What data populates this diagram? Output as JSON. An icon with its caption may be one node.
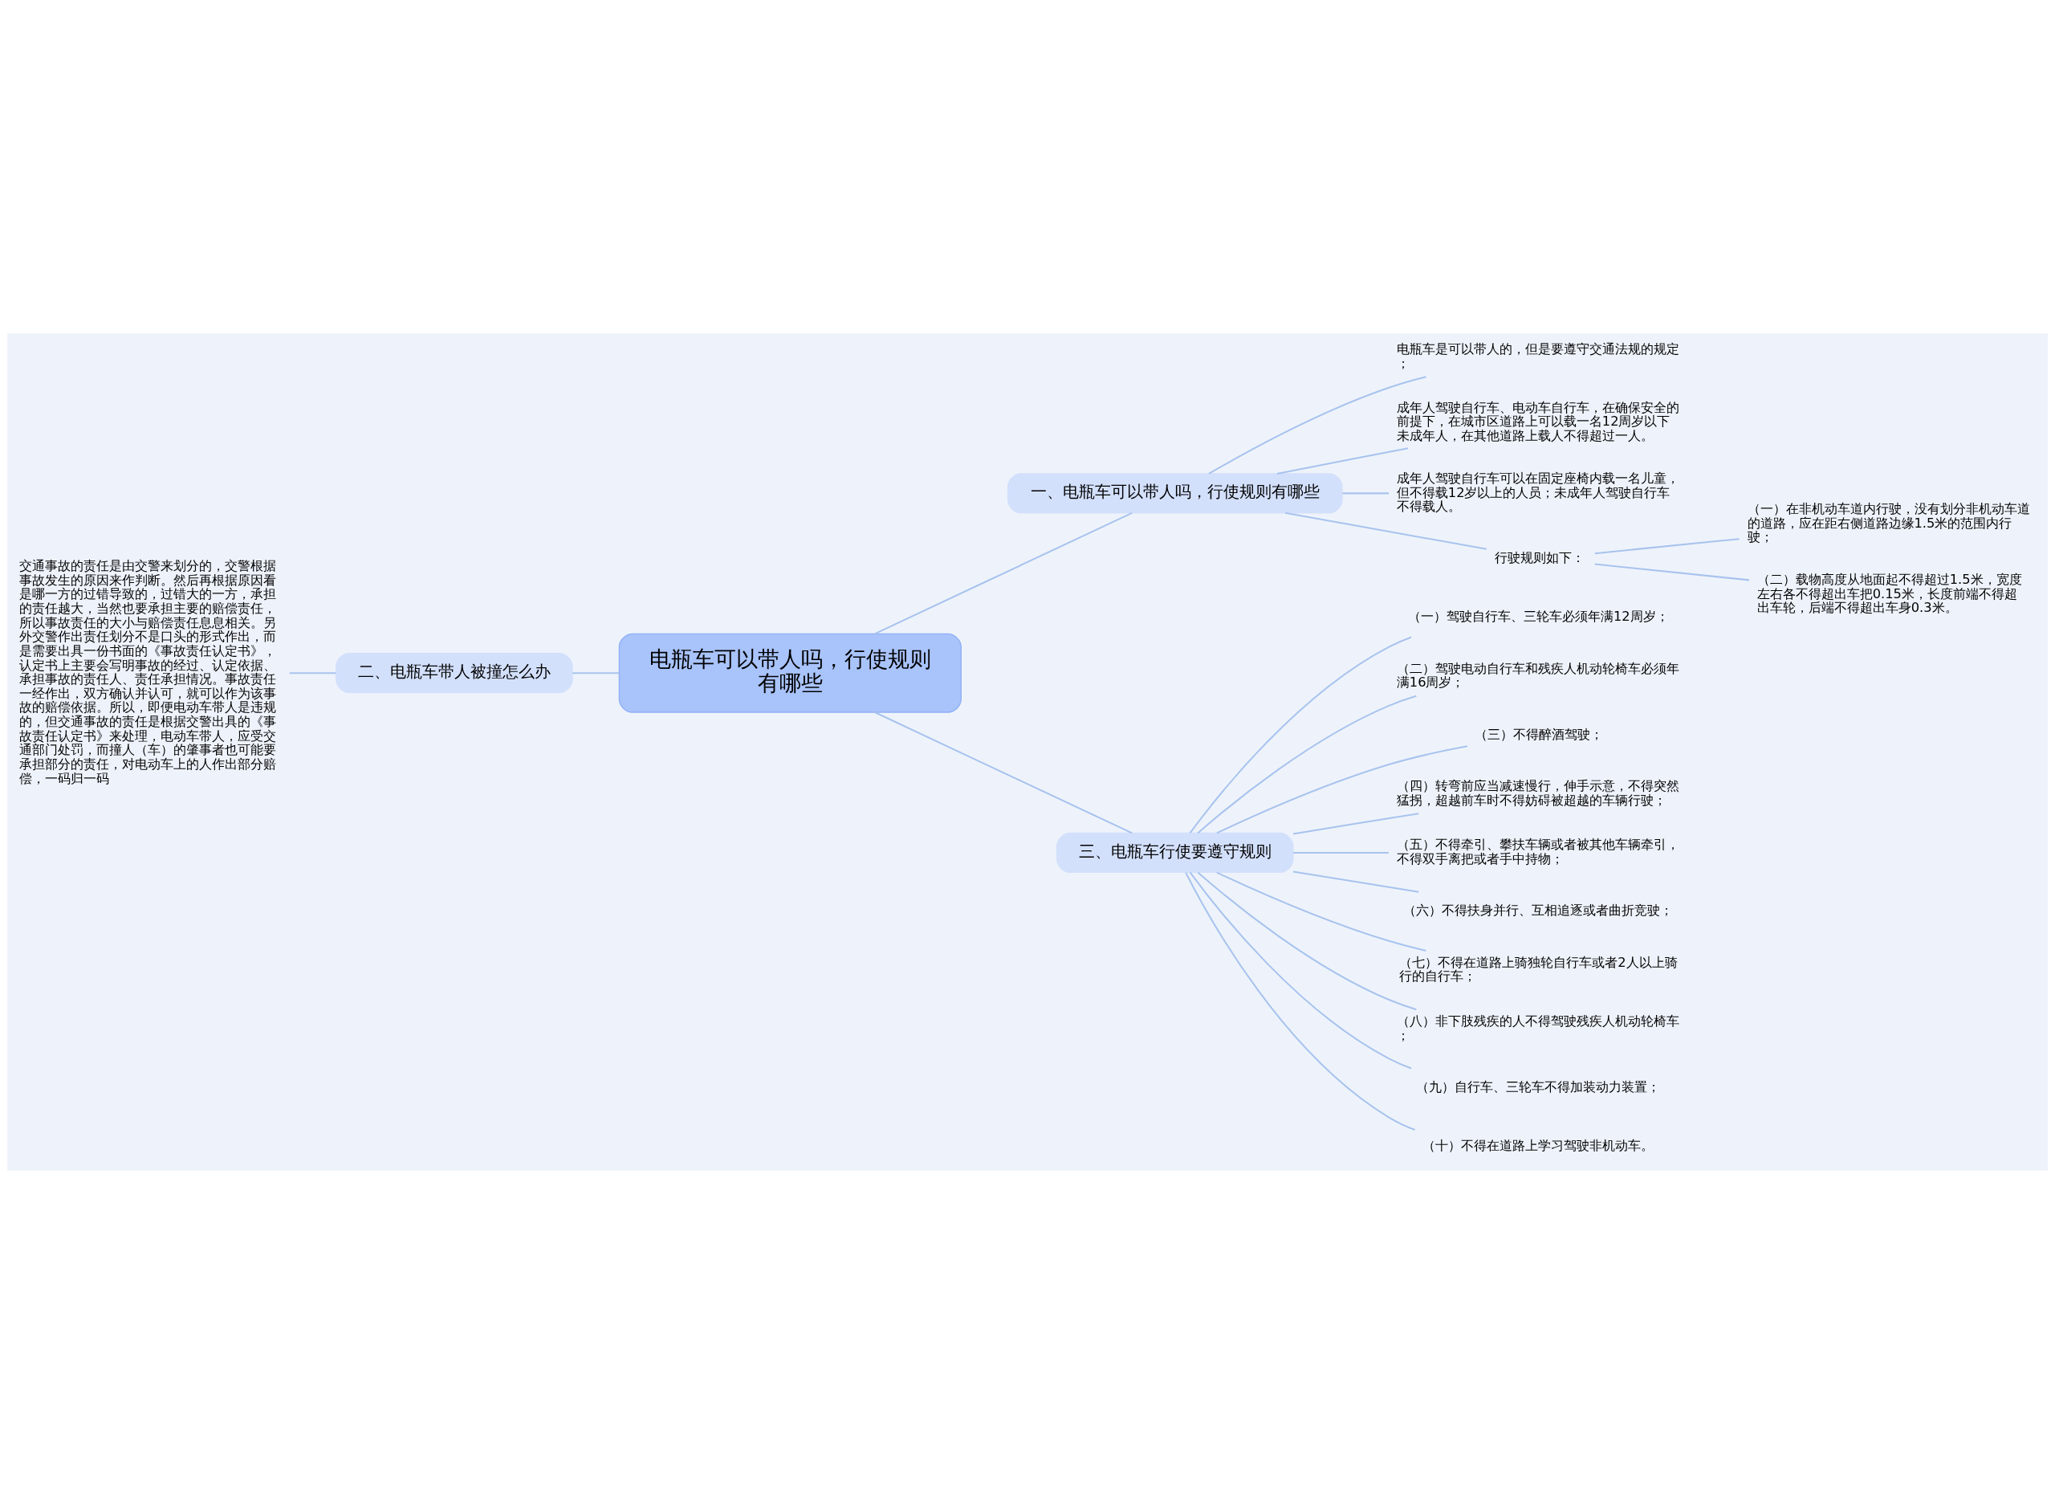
{
  "diagram": {
    "nodes": [
      {
        "text": [
          "电瓶车可以带人吗，行使规则有哪些"
        ]
      },
      {
        "text": [
          "一、电瓶车可以带人吗，行使规则有哪些"
        ]
      },
      {
        "text": [
          "电瓶车是可以带人的，但是要遵守交通法规的规定；"
        ]
      },
      {
        "text": [
          "成年人驾驶自行车、电动车自行车，在确保安全的前提下，在城市区道路上可以载一名12周岁以下未成年人，在其他道路上载人不得超过一人。"
        ]
      },
      {
        "text": [
          "成年人驾驶自行车可以在固定座椅内载一名儿童，但不得载12岁以上的人员；未成年人驾驶自行车不得载人。"
        ]
      },
      {
        "text": [
          "行驶规则如下："
        ]
      },
      {
        "text": [
          "（一）在非机动车道内行驶，没有划分非机动车道的道路，应在距右侧道路边缘1.5米的范围内行驶；"
        ]
      },
      {
        "text": [
          "（二）载物高度从地面起不得超过1.5米，宽度左右各不得超出车把0.15米，长度前端不得超出车轮，后端不得超出车身0.3米。"
        ]
      },
      {
        "text": [
          "二、电瓶车带人被撞怎么办"
        ]
      },
      {
        "text": [
          "交通事故的责任是由交警来划分的，交警根据事故发生的原因来作判断。然后再根据原因看是哪一方的过错导致的，过错大的一方，承担的责任越大，当然也要承担主要的赔偿责任，所以事故责任的大小与赔偿责任息息相关。另外交警作出责任划分不是口头的形式作出，而是需要出具一份书面的《事故责任认定书》，认定书上主要会写明事故的经过、认定依据、承担事故的责任人、责任承担情况。事故责任一经作出，双方确认并认可，就可以作为该事故的赔偿依据。所以，即便电动车带人是违规的，但交通事故的责任是根据交警出具的《事故责任认定书》来处理，电动车带人，应受交通部门处罚，而撞人（车）的肇事者也可能要承担部分的责任，对电动车上的人作出部分赔偿，一码归一码"
        ]
      },
      {
        "text": [
          "三、电瓶车行使要遵守规则"
        ]
      },
      {
        "text": [
          "（一）驾驶自行车、三轮车必须年满12周岁；"
        ]
      },
      {
        "text": [
          "（二）驾驶电动自行车和残疾人机动轮椅车必须年满16周岁；"
        ]
      },
      {
        "text": [
          "（三）不得醉酒驾驶；"
        ]
      },
      {
        "text": [
          "（四）转弯前应当减速慢行，伸手示意，不得突然猛拐，超越前车时不得妨碍被超越的车辆行驶；"
        ]
      },
      {
        "text": [
          "（五）不得牵引、攀扶车辆或者被其他车辆牵引，不得双手离把或者手中持物；"
        ]
      },
      {
        "text": [
          "（六）不得扶身并行、互相追逐或者曲折竞驶；"
        ]
      },
      {
        "text": [
          "（七）不得在道路上骑独轮自行车或者2人以上骑行的自行车；"
        ]
      },
      {
        "text": [
          "（八）非下肢残疾的人不得驾驶残疾人机动轮椅车；"
        ]
      },
      {
        "text": [
          "（九）自行车、三轮车不得加装动力装置；"
        ]
      },
      {
        "text": [
          "（十）不得在道路上学习驾驶非机动车。"
        ]
      }
    ],
    "edges": [
      {
        "from": 0,
        "to": 1,
        "arrow": "none"
      },
      {
        "from": 1,
        "to": 2,
        "arrow": "none"
      },
      {
        "from": 1,
        "to": 3,
        "arrow": "none"
      },
      {
        "from": 1,
        "to": 4,
        "arrow": "none"
      },
      {
        "from": 1,
        "to": 5,
        "arrow": "none"
      },
      {
        "from": 5,
        "to": 6,
        "arrow": "none"
      },
      {
        "from": 5,
        "to": 7,
        "arrow": "none"
      },
      {
        "from": 0,
        "to": 8,
        "arrow": "none"
      },
      {
        "from": 8,
        "to": 9,
        "arrow": "none"
      },
      {
        "from": 0,
        "to": 10,
        "arrow": "none"
      },
      {
        "from": 10,
        "to": 11,
        "arrow": "none"
      },
      {
        "from": 10,
        "to": 12,
        "arrow": "none"
      },
      {
        "from": 10,
        "to": 13,
        "arrow": "none"
      },
      {
        "from": 10,
        "to": 14,
        "arrow": "none"
      },
      {
        "from": 10,
        "to": 15,
        "arrow": "none"
      },
      {
        "from": 10,
        "to": 16,
        "arrow": "none"
      },
      {
        "from": 10,
        "to": 17,
        "arrow": "none"
      },
      {
        "from": 10,
        "to": 18,
        "arrow": "none"
      },
      {
        "from": 10,
        "to": 19,
        "arrow": "none"
      },
      {
        "from": 10,
        "to": 20,
        "arrow": "none"
      }
    ]
  }
}
